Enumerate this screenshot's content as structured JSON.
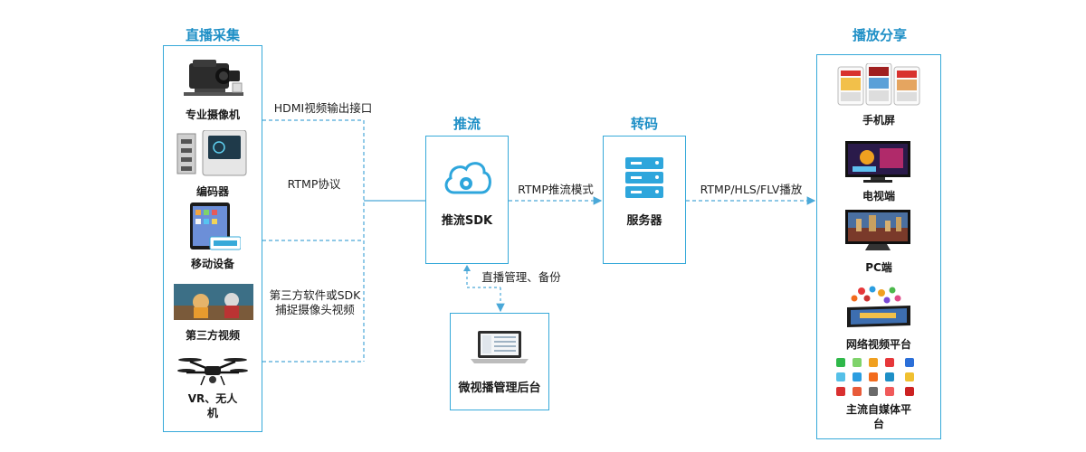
{
  "sections": {
    "capture_title": "直播采集",
    "push_title": "推流",
    "transcode_title": "转码",
    "play_title": "播放分享"
  },
  "sources": [
    {
      "label": "专业摄像机",
      "icon": "camera-icon"
    },
    {
      "label": "编码器",
      "icon": "encoder-icon"
    },
    {
      "label": "移动设备",
      "icon": "tablet-icon"
    },
    {
      "label": "第三方视频",
      "icon": "video-frame-icon"
    },
    {
      "label": "VR、无人",
      "label2": "机",
      "icon": "drone-icon"
    }
  ],
  "source_edges": {
    "hdmi": "HDMI视频输出接口",
    "rtmp": "RTMP协议",
    "third_party_line1": "第三方软件或SDK",
    "third_party_line2": "捕捉摄像头视频"
  },
  "push_node": {
    "label": "推流SDK",
    "icon": "cloud-icon"
  },
  "push_to_server_edge": "RTMP推流模式",
  "server_node": {
    "label": "服务器",
    "icon": "server-icon"
  },
  "server_to_play_edge": "RTMP/HLS/FLV播放",
  "admin_edge": "直播管理、备份",
  "admin_node": {
    "label": "微视播管理后台",
    "icon": "laptop-icon"
  },
  "outputs": [
    {
      "label": "手机屏",
      "icon": "phones-icon"
    },
    {
      "label": "电视端",
      "icon": "tv-icon"
    },
    {
      "label": "PC端",
      "icon": "monitor-icon"
    },
    {
      "label": "网络视频平台",
      "icon": "tablet-apps-icon"
    },
    {
      "label": "主流自媒体平",
      "label2": "台",
      "icon": "app-grid-icon"
    }
  ],
  "colors": {
    "accent": "#1e8fc6",
    "border": "#36a9d9",
    "line": "#4aa8d8"
  }
}
